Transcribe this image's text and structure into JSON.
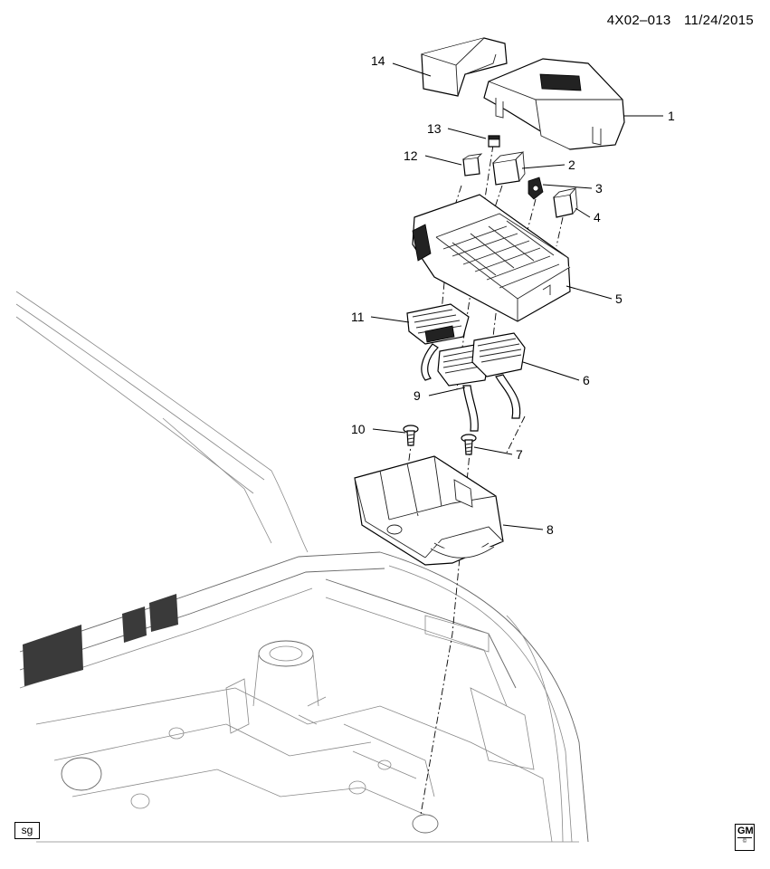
{
  "header": {
    "code": "4X02–013",
    "date": "11/24/2015"
  },
  "tag": "sg",
  "logo": {
    "top": "GM",
    "bottom": "©"
  },
  "callouts": [
    "1",
    "2",
    "3",
    "4",
    "5",
    "6",
    "7",
    "8",
    "9",
    "10",
    "11",
    "12",
    "13",
    "14"
  ]
}
